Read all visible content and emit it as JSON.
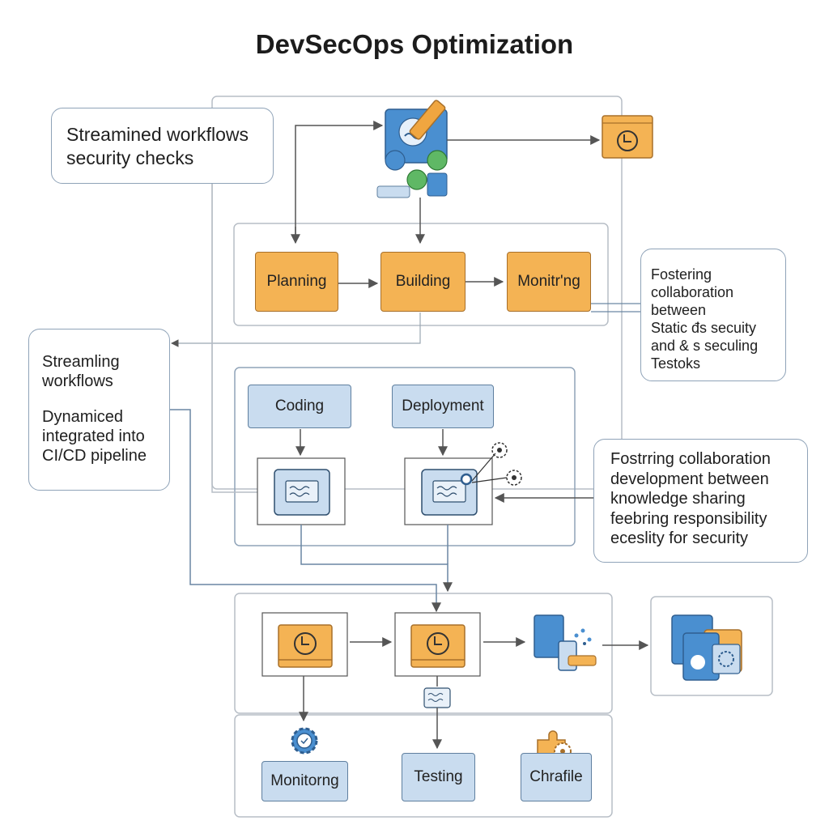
{
  "title": "DevSecOps Optimization",
  "notes": {
    "top_left": [
      "Streamined workflows",
      "security checks"
    ],
    "mid_left_a": [
      "Streamling",
      "workflows"
    ],
    "mid_left_b": [
      "Dynamiced",
      "integrated into",
      "CI/CD pipeline"
    ],
    "right_top": [
      "Fostering",
      "collaboration",
      "between",
      "Static đs secuity",
      "and & s seculing",
      "Testoks"
    ],
    "right_mid": [
      "Fostrring collaboration",
      "development between",
      "knowledge sharing",
      "feebring responsibility",
      "eceslity for security"
    ]
  },
  "stages": {
    "planning": "Planning",
    "building": "Building",
    "monitoring_top": "Monitr'ng",
    "coding": "Coding",
    "deployment": "Deployment",
    "monitoring_bottom": "Monitorng",
    "testing": "Testing",
    "change": "Chrafile"
  },
  "colors": {
    "orange": "#f4b354",
    "blue_box": "#c9dcef",
    "icon_blue": "#4a8fd0",
    "icon_green": "#5fb865",
    "line": "#555555",
    "panel_border": "#a9b3bd"
  },
  "icons": [
    "pencil-icon",
    "clock-icon",
    "wave-card-icon",
    "gear-icon",
    "devices-icon",
    "windows-icon",
    "puzzle-icon"
  ]
}
